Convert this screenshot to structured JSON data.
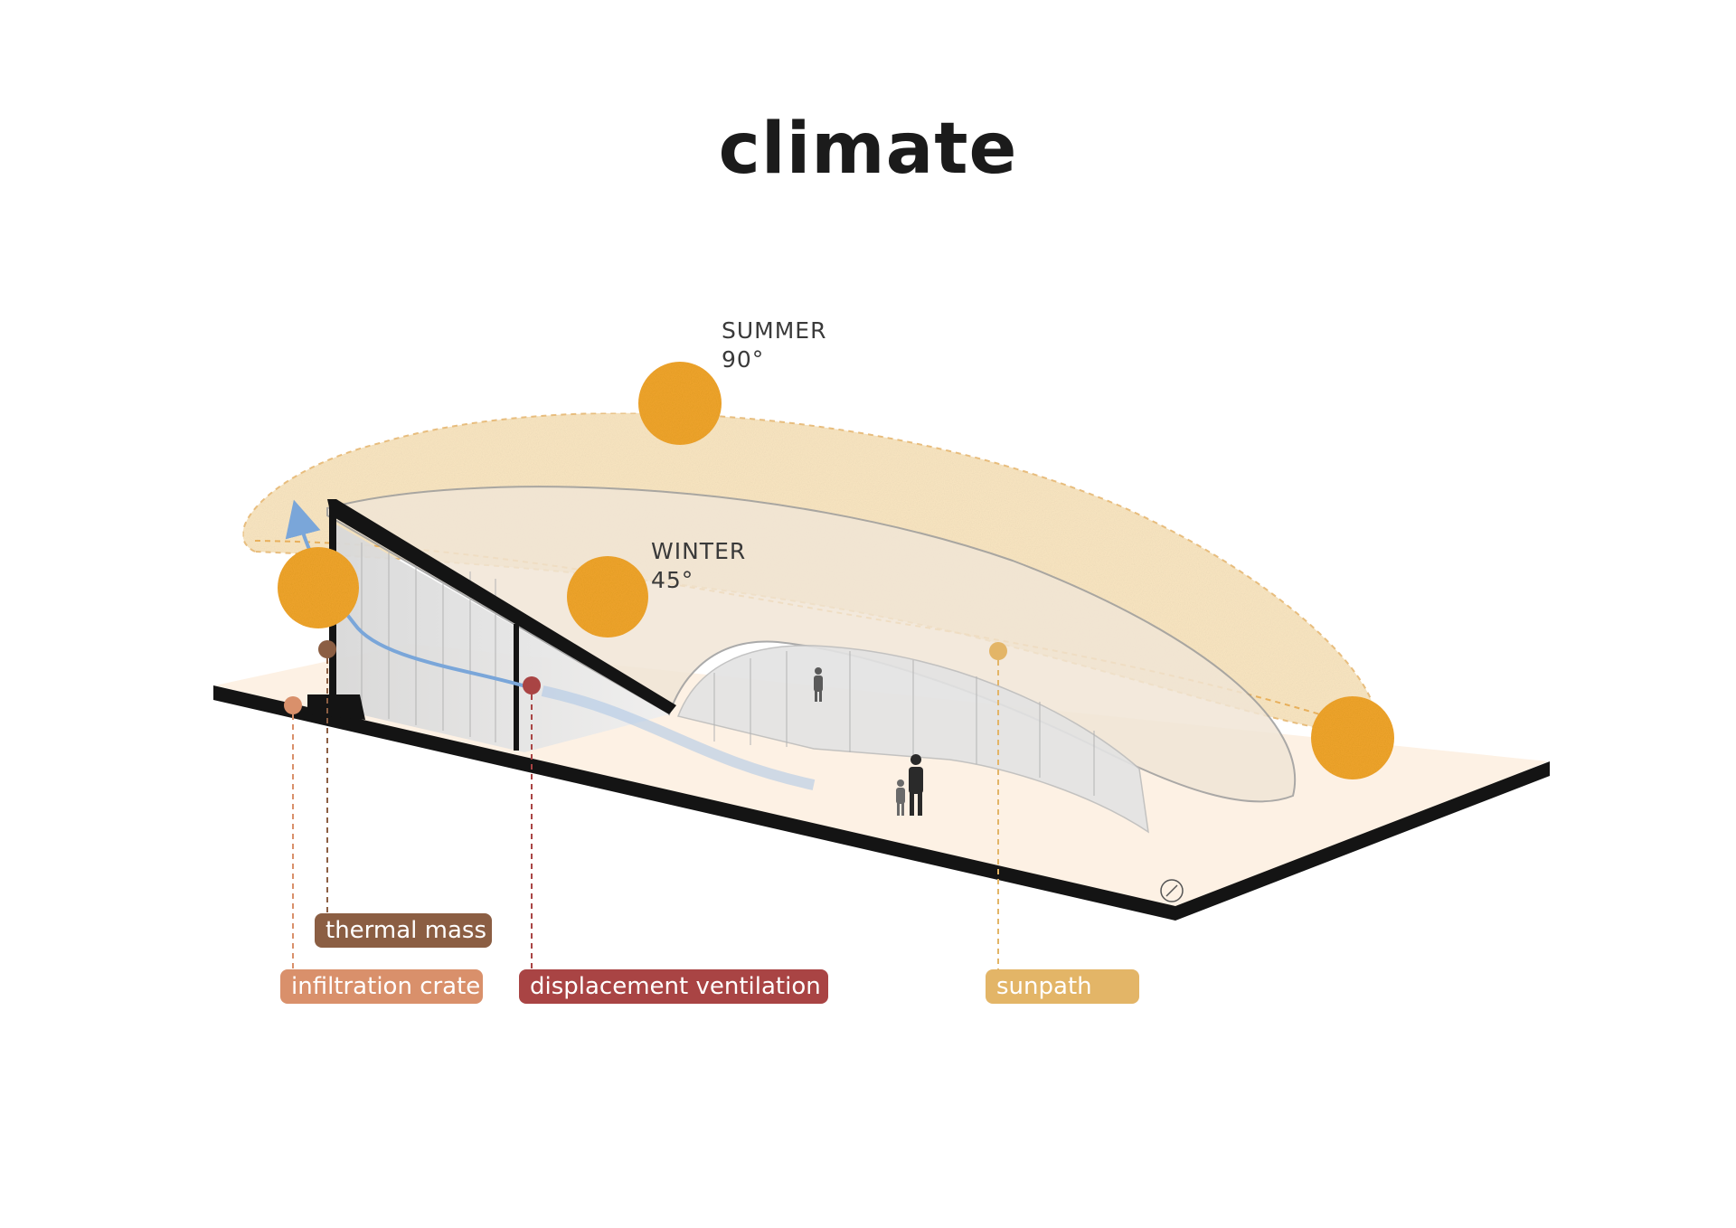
{
  "title": "climate",
  "sun_labels": {
    "summer": {
      "season": "SUMMER",
      "angle": "90°"
    },
    "winter": {
      "season": "WINTER",
      "angle": "45°"
    }
  },
  "legend": [
    {
      "id": "thermal_mass",
      "label": "thermal mass",
      "color": "#8b5e43"
    },
    {
      "id": "infiltration_crate",
      "label": "infiltration crate",
      "color": "#d9906b"
    },
    {
      "id": "displacement_ventilation",
      "label": "displacement ventilation",
      "color": "#a94444"
    },
    {
      "id": "sunpath",
      "label": "sunpath",
      "color": "#e3b567"
    }
  ],
  "colors": {
    "sun": "#f0a52a",
    "sunpath_band": "#f8dfb0",
    "ground": "#fdf1e4",
    "section_black": "#141414",
    "airflow": "#7aa6d9"
  },
  "icons": [
    "sun-icon",
    "airflow-arrow-icon",
    "north-arrow-icon"
  ]
}
